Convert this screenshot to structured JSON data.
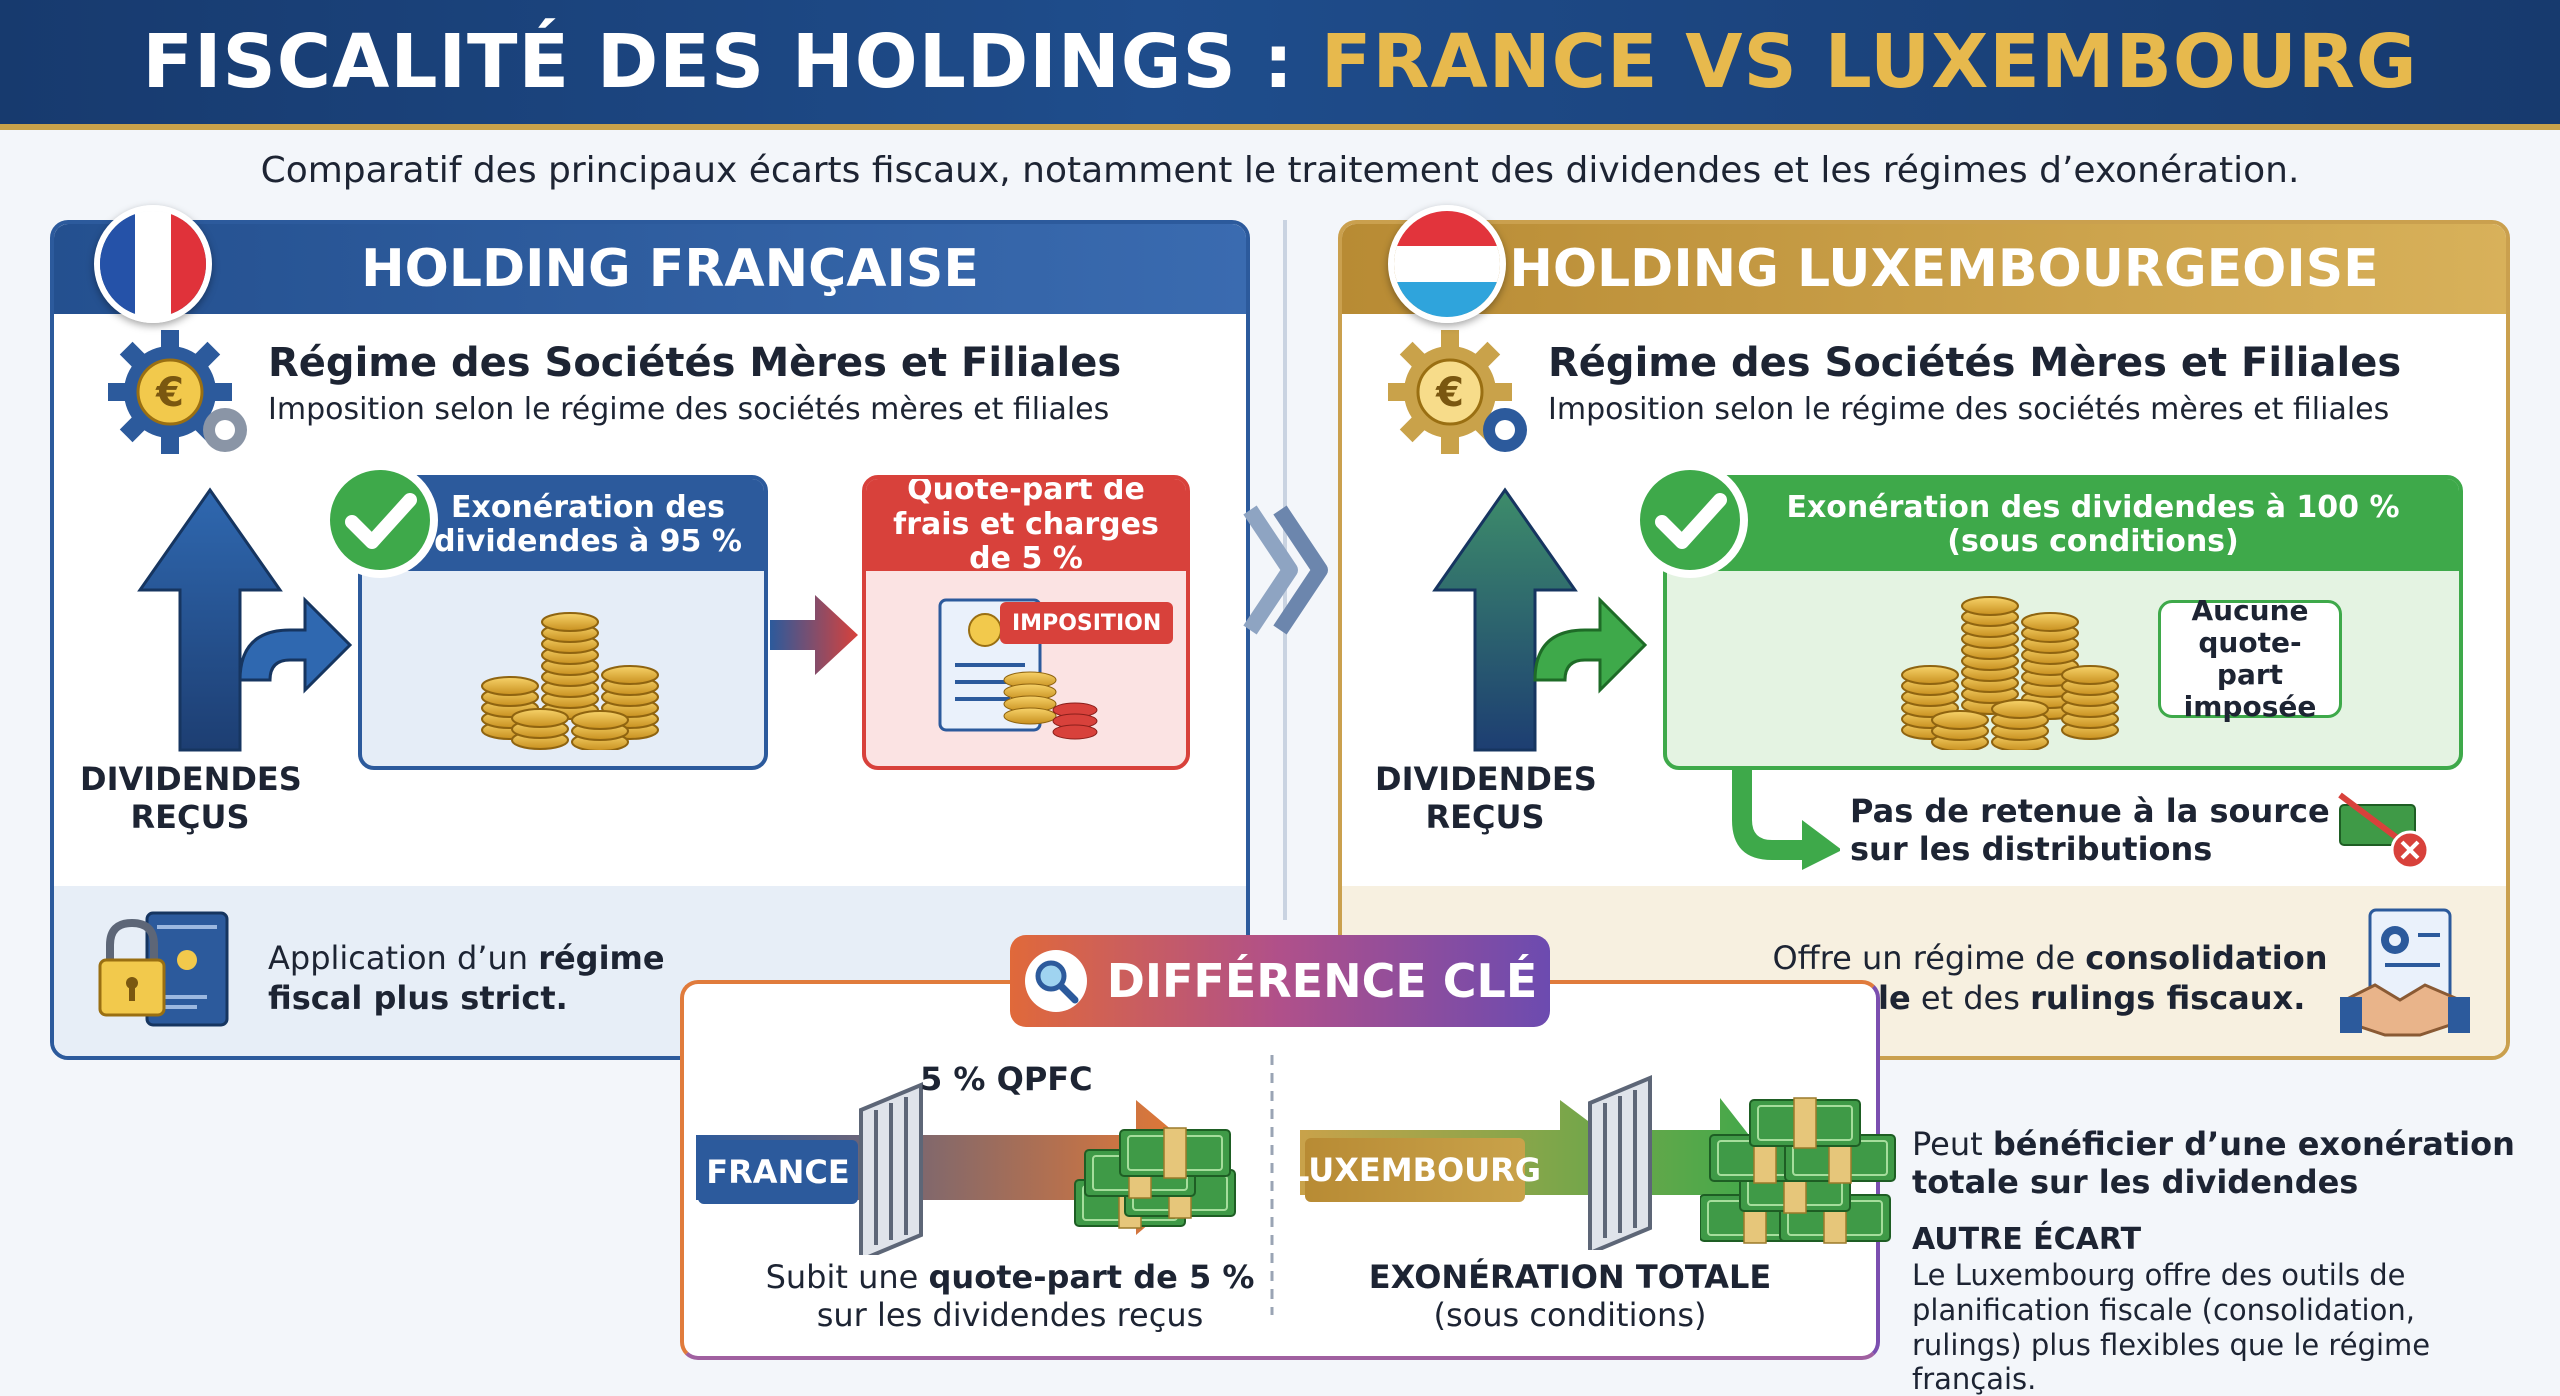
{
  "header": {
    "title_main": "FISCALITÉ DES HOLDINGS : ",
    "title_accent": "FRANCE VS LUXEMBOURG"
  },
  "subtitle": "Comparatif des principaux écarts fiscaux, notamment le traitement des dividendes et les régimes d’exonération.",
  "france": {
    "title": "HOLDING FRANÇAISE",
    "regime_title": "Régime des Sociétés Mères et Filiales",
    "regime_sub": "Imposition selon le régime des sociétés mères et filiales",
    "exoneration": "Exonération des dividendes à 95 %",
    "quote_part": "Quote-part de frais et charges de 5 %",
    "imposition": "IMPOSITION",
    "dividendes": "DIVIDENDES REÇUS",
    "bottom_pre": "Application d’un ",
    "bottom_bold1": "régime",
    "bottom_bold2": "fiscal plus strict.",
    "colors": {
      "blue": "#2c5a9c",
      "red": "#d8413b"
    }
  },
  "luxembourg": {
    "title": "HOLDING LUXEMBOURGEOISE",
    "regime_title": "Régime des Sociétés Mères et Filiales",
    "regime_sub": "Imposition selon le régime des sociétés mères et filiales",
    "exoneration_line1": "Exonération des dividendes à 100 %",
    "exoneration_line2": "(sous conditions)",
    "aucune": "Aucune quote-part imposée",
    "dividendes": "DIVIDENDES REÇUS",
    "retenue": "Pas de retenue à la source sur les distributions",
    "bottom_pre": "Offre un régime de ",
    "bottom_bold1": "consolidation",
    "bottom_bold2": "fiscale",
    "bottom_mid": " et des ",
    "bottom_bold3": "rulings fiscaux.",
    "colors": {
      "gold": "#caa04e",
      "green": "#3ea94a"
    }
  },
  "key": {
    "title": "DIFFÉRENCE CLÉ",
    "france_tag": "FRANCE",
    "qpfc": "5 % QPFC",
    "france_desc_pre": "Subit une ",
    "france_desc_bold": "quote-part de 5 %",
    "france_desc_post": "sur les dividendes reçus",
    "lux_tag": "LUXEMBOURG",
    "lux_desc_bold": "EXONÉRATION TOTALE",
    "lux_desc_post": "(sous conditions)"
  },
  "side": {
    "peut_pre": "Peut ",
    "peut_bold1": "bénéficier d’une exonération",
    "peut_bold2": "totale sur les dividendes",
    "autre_title": "AUTRE ÉCART",
    "autre_text": "Le Luxembourg offre des outils de planification fiscale (consolidation, rulings) plus flexibles que le régime français."
  }
}
